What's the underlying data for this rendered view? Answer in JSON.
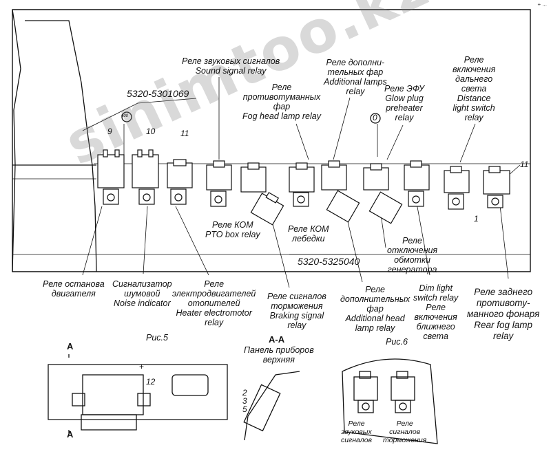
{
  "watermark": "sinimtoo.kz",
  "corner_mark": "+ ...",
  "codes": {
    "upper": "5320-5301069",
    "lower": "5320-5325040"
  },
  "callouts": {
    "n9": "9",
    "n10": "10",
    "n11a": "11",
    "n11b": "11",
    "n1": "1",
    "n600": "600",
    "n0": "0",
    "n12": "12",
    "plus": "+",
    "n2": "2",
    "n3": "3",
    "n5": "5"
  },
  "labels": {
    "sound": [
      "Реле звуковых сигналов",
      "Sound signal relay"
    ],
    "fog": [
      "Реле",
      "противотуманных",
      "фар",
      "Fog head lamp relay"
    ],
    "addlamps": [
      "Реле дополни-",
      "тельных фар",
      "Additional lamps",
      "relay"
    ],
    "glow": [
      "Реле ЭФУ",
      "Glow plug",
      "preheater",
      "relay"
    ],
    "distance": [
      "Реле",
      "включения",
      "дальнего",
      "света",
      "Distance",
      "light switch",
      "relay"
    ],
    "pto": [
      "Реле КОМ",
      "PTO box relay"
    ],
    "winch": [
      "Реле КОМ",
      "лебедки"
    ],
    "generator": [
      "Реле",
      "отключения",
      "обмотки",
      "генератора"
    ],
    "enginestop": [
      "Реле останова",
      "двигателя"
    ],
    "noise": [
      "Сигнализатор",
      "шумовой",
      "Noise indicator"
    ],
    "heater": [
      "Реле",
      "электродвигателей",
      "отопителей",
      "Heater electromotor",
      "relay"
    ],
    "braking": [
      "Реле сигналов",
      "торможения",
      "Braking signal",
      "relay"
    ],
    "addhead": [
      "Реле",
      "дополнительных",
      "фар",
      "Additional head",
      "lamp relay"
    ],
    "dim": [
      "Dim light",
      "switch relay",
      "Реле",
      "включения",
      "ближнего",
      "света"
    ],
    "rearfog": [
      "Реле заднего",
      "противоту-",
      "манного фонаря",
      "Rear fog lamp",
      "relay"
    ],
    "panel": [
      "Панель приборов",
      "верхняя"
    ],
    "fig6sound": [
      "Реле",
      "звуковых",
      "сигналов"
    ],
    "fig6braking": [
      "Реле",
      "сигналов",
      "торможения"
    ]
  },
  "figures": {
    "fig5": "Рис.5",
    "fig6": "Рис.6",
    "section": "А-А",
    "mark_a": "А"
  }
}
